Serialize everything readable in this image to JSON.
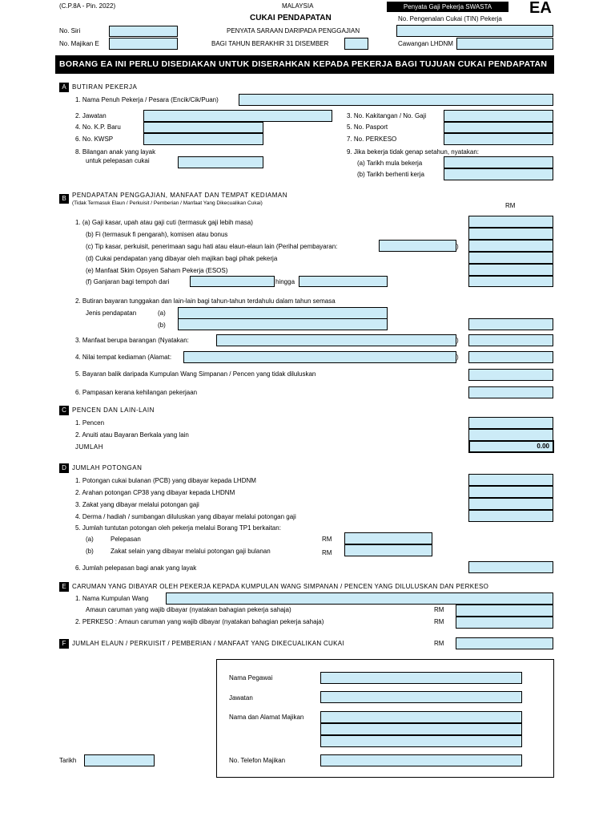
{
  "header": {
    "form_code": "(C.P.8A - Pin. 2022)",
    "country": "MALAYSIA",
    "form_type": "Penyata Gaji Pekerja SWASTA",
    "form_name": "EA",
    "title": "CUKAI PENDAPATAN",
    "subtitle": "PENYATA SARAAN DARIPADA PENGGAJIAN",
    "year_label": "BAGI TAHUN BERAKHIR 31 DISEMBER",
    "no_siri": "No. Siri",
    "no_majikan": "No. Majikan E",
    "tin_label": "No. Pengenalan Cukai (TIN) Pekerja",
    "cawangan_label": "Cawangan LHDNM"
  },
  "banner": "BORANG EA INI PERLU DISEDIAKAN UNTUK DISERAHKAN KEPADA PEKERJA BAGI TUJUAN CUKAI PENDAPATAN",
  "section_a": {
    "letter": "A",
    "title": "BUTIRAN PEKERJA",
    "f1": "1.  Nama Penuh Pekerja / Pesara (Encik/Cik/Puan)",
    "f2": "2.  Jawatan",
    "f3": "3.  No. Kakitangan / No. Gaji",
    "f4": "4.  No. K.P. Baru",
    "f5": "5.  No. Pasport",
    "f6": "6.  No. KWSP",
    "f7": "7.  No. PERKESO",
    "f8a": "8.  Bilangan anak yang layak",
    "f8b": "untuk pelepasan cukai",
    "f9": "9.  Jika bekerja tidak genap setahun, nyatakan:",
    "f9a": "(a)  Tarikh mula bekerja",
    "f9b": "(b)  Tarikh berhenti kerja"
  },
  "section_b": {
    "letter": "B",
    "title": "PENDAPATAN PENGGAJIAN, MANFAAT DAN TEMPAT KEDIAMAN",
    "note": "(Tidak Termasuk Elaun / Perkuisit / Pemberian / Manfaat Yang Dikecualikan Cukai)",
    "rm": "RM",
    "i1a": "1.  (a)  Gaji kasar, upah atau gaji cuti (termasuk gaji lebih masa)",
    "i1b": "(b)  Fi (termasuk fi pengarah), komisen atau bonus",
    "i1c": "(c)  Tip kasar, perkuisit, penerimaan sagu hati atau elaun-elaun lain (Perihal pembayaran:",
    "i1d": "(d)  Cukai pendapatan yang dibayar oleh majikan bagi pihak pekerja",
    "i1e": "(e)  Manfaat Skim Opsyen Saham Pekerja (ESOS)",
    "i1f": "(f)  Ganjaran bagi tempoh dari",
    "hingga": "hingga",
    "i2": "2.  Butiran bayaran tunggakan dan lain-lain bagi tahun-tahun terdahulu dalam tahun semasa",
    "jenis": "Jenis pendapatan",
    "ja": "(a)",
    "jb": "(b)",
    "i3": "3.  Manfaat berupa barangan (Nyatakan:",
    "i4": "4.  Nilai tempat kediaman (Alamat:",
    "i5": "5.  Bayaran balik daripada Kumpulan Wang Simpanan / Pencen yang tidak diluluskan",
    "i6": "6.  Pampasan kerana kehilangan pekerjaan",
    "close": ")"
  },
  "section_c": {
    "letter": "C",
    "title": "PENCEN DAN LAIN-LAIN",
    "i1": "1.  Pencen",
    "i2": "2.  Anuiti atau Bayaran Berkala yang lain",
    "jumlah": "JUMLAH",
    "total": "0.00"
  },
  "section_d": {
    "letter": "D",
    "title": "JUMLAH POTONGAN",
    "i1": "1.  Potongan cukai bulanan (PCB) yang dibayar kepada LHDNM",
    "i2": "2.  Arahan potongan CP38 yang dibayar kepada LHDNM",
    "i3": "3.  Zakat yang dibayar melalui potongan gaji",
    "i4": "4.  Derma / hadiah / sumbangan diluluskan yang dibayar melalui potongan gaji",
    "i5": "5.  Jumlah tuntutan potongan oleh pekerja melalui Borang TP1 berkaitan:",
    "i5a": "(a)",
    "i5a_t": "Pelepasan",
    "i5b": "(b)",
    "i5b_t": "Zakat selain yang dibayar melalui potongan gaji bulanan",
    "rm": "RM",
    "i6": "6.  Jumlah pelepasan bagi anak yang layak"
  },
  "section_e": {
    "letter": "E",
    "title": "CARUMAN YANG DIBAYAR OLEH PEKERJA KEPADA KUMPULAN WANG SIMPANAN / PENCEN YANG DILULUSKAN DAN PERKESO",
    "i1": "1.  Nama Kumpulan Wang",
    "amaun": "Amaun caruman yang wajib dibayar (nyatakan bahagian pekerja sahaja)",
    "i2": "2.  PERKESO : Amaun caruman yang wajib dibayar (nyatakan bahagian pekerja sahaja)",
    "rm": "RM"
  },
  "section_f": {
    "letter": "F",
    "title": "JUMLAH ELAUN / PERKUISIT / PEMBERIAN / MANFAAT YANG DIKECUALIKAN CUKAI",
    "rm": "RM"
  },
  "footer": {
    "tarikh": "Tarikh",
    "nama_pegawai": "Nama Pegawai",
    "jawatan": "Jawatan",
    "nama_alamat": "Nama dan Alamat Majikan",
    "telefon": "No. Telefon Majikan"
  }
}
